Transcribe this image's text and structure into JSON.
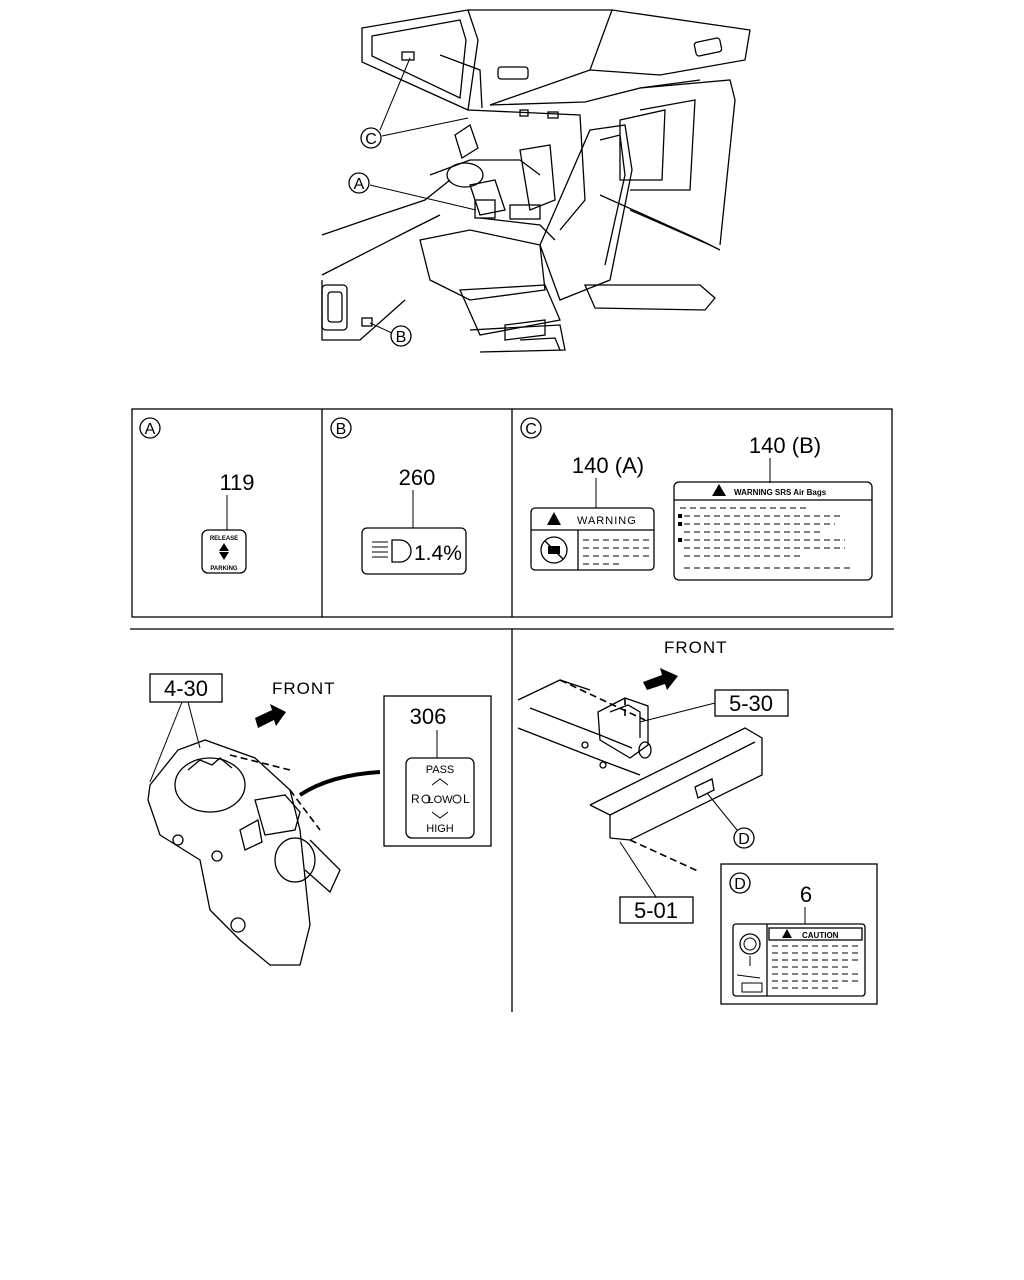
{
  "callouts": {
    "A": "A",
    "B": "B",
    "C": "C",
    "D": "D"
  },
  "panels": {
    "A": {
      "letter": "A",
      "part_no": "119",
      "label_top": "RELEASE",
      "label_bottom": "PARKING"
    },
    "B": {
      "letter": "B",
      "part_no": "260",
      "label_value": "1.4%"
    },
    "C": {
      "letter": "C",
      "left": {
        "part_no": "140 (A)",
        "warning": "WARNING"
      },
      "right": {
        "part_no": "140 (B)",
        "warning": "WARNING SRS Air Bags"
      }
    }
  },
  "lower_left": {
    "ref": "4-30",
    "front": "FRONT",
    "inset": {
      "part_no": "306",
      "pass": "PASS",
      "low": "LOW",
      "high": "HIGH",
      "r": "R",
      "l": "L"
    }
  },
  "lower_right": {
    "front": "FRONT",
    "ref_upper": "5-30",
    "ref_lower": "5-01",
    "callout": "D",
    "inset": {
      "letter": "D",
      "part_no": "6",
      "caution": "CAUTION"
    }
  }
}
